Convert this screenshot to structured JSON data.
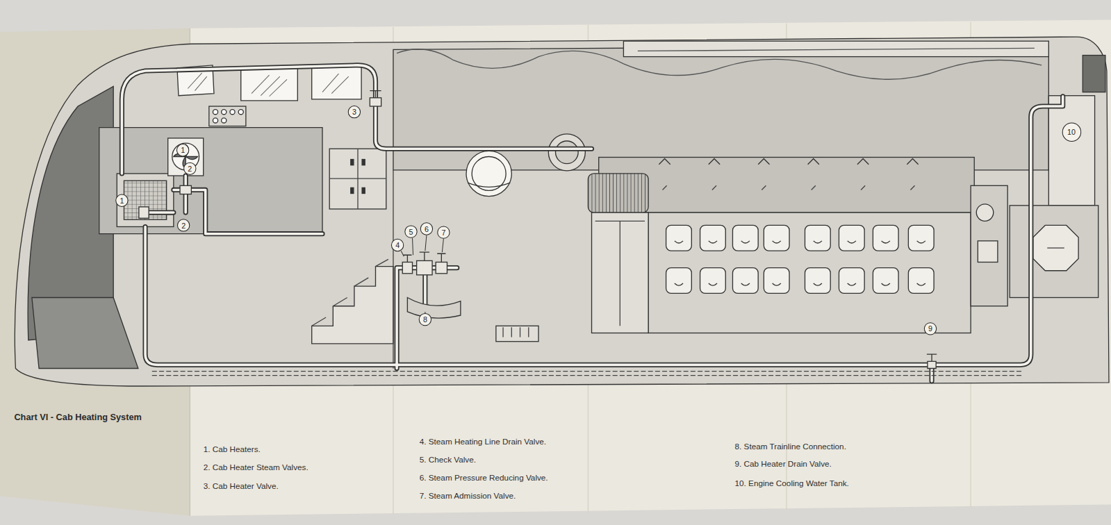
{
  "diagram": {
    "caption": "Chart VI - Cab Heating System",
    "labels": [
      "1",
      "2",
      "1",
      "2",
      "3",
      "4",
      "5",
      "6",
      "7",
      "8",
      "9",
      "10",
      "1. Cab Heaters.",
      "2. Cab Heater Steam Valves.",
      "3. Cab Heater Valve.",
      "4. Steam Heating Line Drain Valve.",
      "5. Check Valve.",
      "6. Steam Pressure Reducing Valve.",
      "7. Steam Admission Valve.",
      "8. Steam Trainline Connection.",
      "9. Cab Heater Drain Valve.",
      "10. Engine Cooling Water Tank."
    ]
  }
}
